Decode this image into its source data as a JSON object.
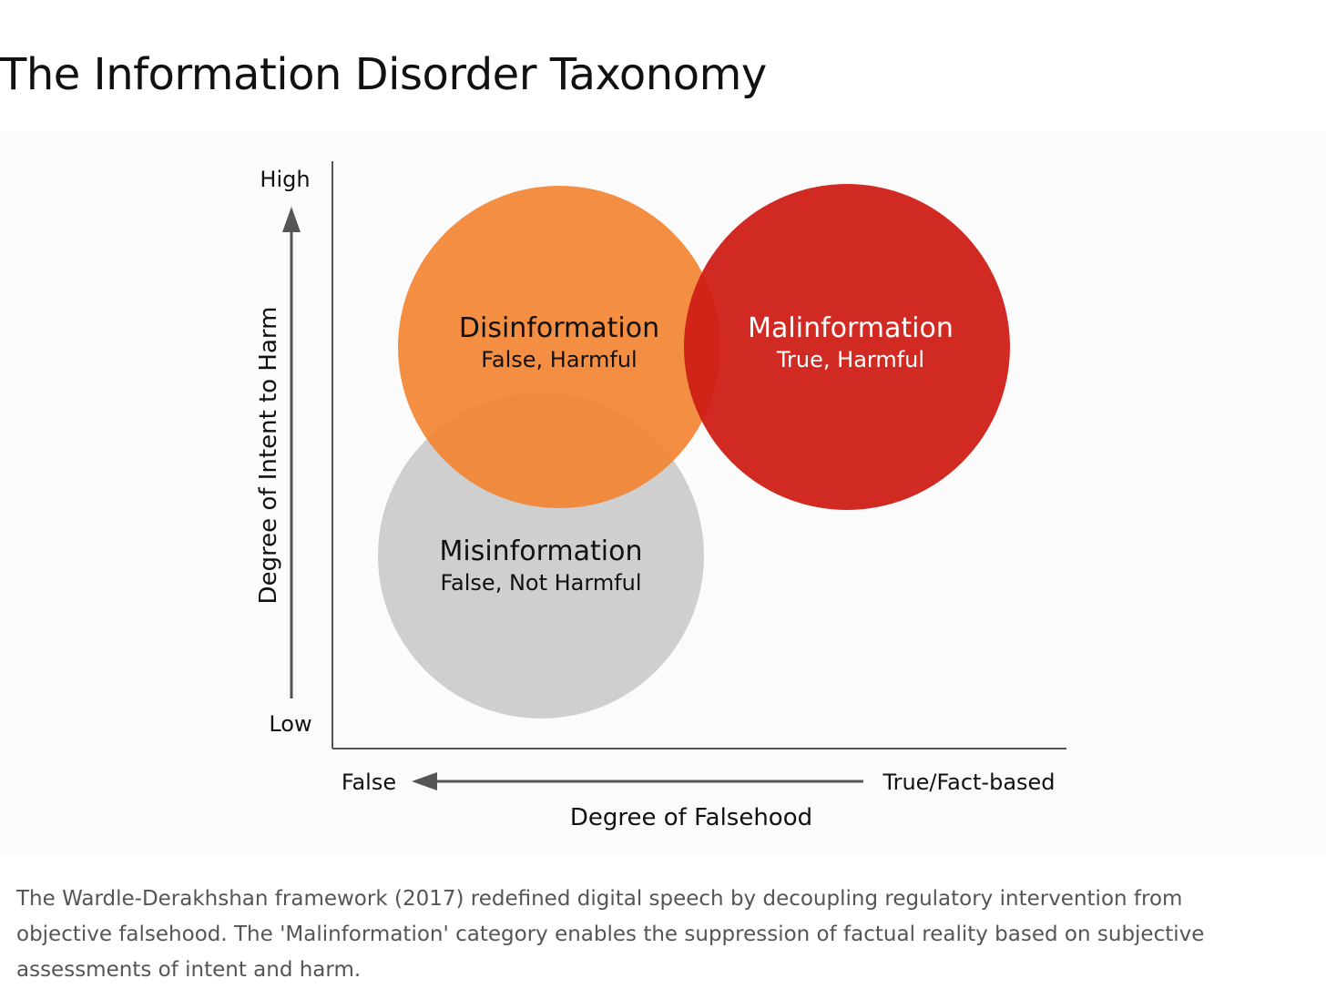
{
  "title": "The Information Disorder Taxonomy",
  "diagram": {
    "y_axis": {
      "label": "Degree of Intent to Harm",
      "high": "High",
      "low": "Low"
    },
    "x_axis": {
      "label": "Degree of Falsehood",
      "left": "False",
      "right": "True/Fact-based"
    },
    "categories": [
      {
        "name": "Misinformation",
        "description": "False, Not Harmful",
        "color": "#cccccc",
        "text_color": "#111111"
      },
      {
        "name": "Disinformation",
        "description": "False, Harmful",
        "color": "#f2822e",
        "text_color": "#111111"
      },
      {
        "name": "Malinformation",
        "description": "True, Harmful",
        "color": "#cf1f17",
        "text_color": "#ffffff"
      }
    ]
  },
  "caption": "The Wardle-Derakhshan framework (2017) redefined digital speech by decoupling regulatory intervention from objective falsehood. The 'Malinformation' category enables the suppression of factual reality based on subjective assessments of intent and harm."
}
